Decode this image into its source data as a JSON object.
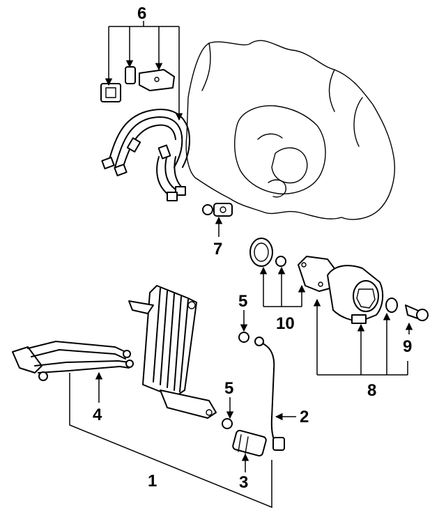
{
  "diagram": {
    "callouts": {
      "c1": "1",
      "c2": "2",
      "c3": "3",
      "c4": "4",
      "c5a": "5",
      "c5b": "5",
      "c6": "6",
      "c7": "7",
      "c8": "8",
      "c9": "9",
      "c10": "10"
    },
    "colors": {
      "ink": "#000000",
      "background": "#ffffff"
    }
  }
}
